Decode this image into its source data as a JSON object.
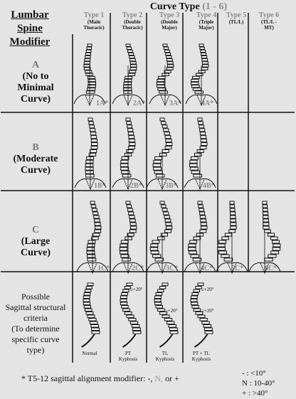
{
  "header": {
    "lumbar_modifier_title": [
      "Lumbar",
      "Spine",
      "Modifier"
    ],
    "curve_type_title": "Curve Type",
    "curve_type_range": "(1 - 6)"
  },
  "types": [
    {
      "label": "Type 1",
      "sub": [
        "(Main",
        "Thoracic)"
      ]
    },
    {
      "label": "Type 2",
      "sub": [
        "(Double",
        "Thoracic)"
      ]
    },
    {
      "label": "Type 3",
      "sub": [
        "(Double",
        "Major)"
      ]
    },
    {
      "label": "Type 4",
      "sub": [
        "(Triple",
        "Major)"
      ]
    },
    {
      "label": "Type 5",
      "sub": [
        "(TL/L)"
      ]
    },
    {
      "label": "Type 6",
      "sub": [
        "(TL/L -",
        "MT)"
      ]
    }
  ],
  "rows": [
    {
      "letter": "A",
      "desc": [
        "(No to",
        "Minimal",
        "Curve)"
      ],
      "codes": [
        "1A*",
        "2A*",
        "3A*",
        "4A*",
        "",
        ""
      ]
    },
    {
      "letter": "B",
      "desc": [
        "(Moderate",
        "Curve)"
      ],
      "codes": [
        "1B*",
        "2B*",
        "3B*",
        "4B*",
        "",
        ""
      ]
    },
    {
      "letter": "C",
      "desc": [
        "(Large",
        "Curve)"
      ],
      "codes": [
        "1C*",
        "2C*",
        "3C*",
        "4C*",
        "5C*",
        "6C*"
      ]
    }
  ],
  "sagittal": {
    "criteria": [
      "Possible",
      "Sagittal structural",
      "criteria",
      "(To determine",
      "specific curve",
      "type)"
    ],
    "labels": [
      [
        "Normal"
      ],
      [
        "PT",
        "Kyphosis"
      ],
      [
        "TL",
        "Kyphosis"
      ],
      [
        "PT + TL",
        "Kyphosis"
      ]
    ],
    "annotations": [
      "≥+20°",
      "≥+20°",
      "≥+20°",
      "≥+20°"
    ]
  },
  "footnote": {
    "prefix": "* T5-12 sagittal alignment modifier: -,",
    "n": "N,",
    "or": "or +",
    "legend": [
      "- : <10°",
      "N : 10-40°",
      "+ : >40°"
    ]
  }
}
